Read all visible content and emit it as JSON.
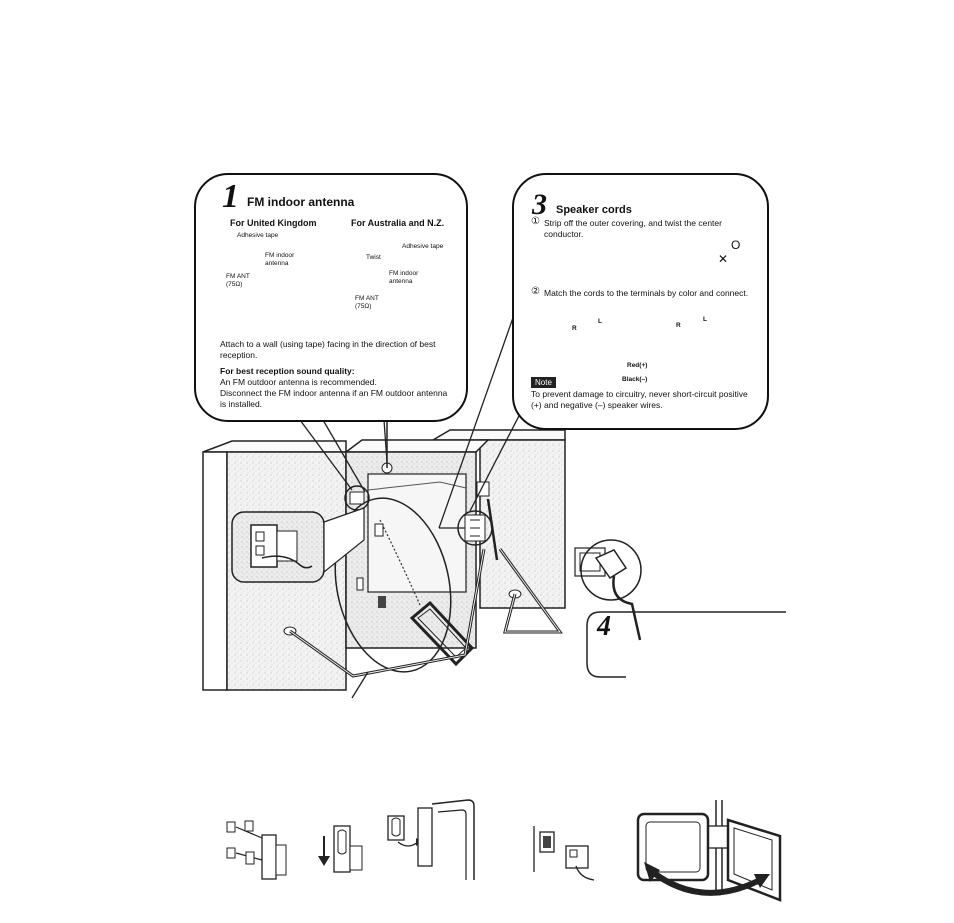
{
  "fm_antenna": {
    "step_number": "1",
    "title": "FM indoor antenna",
    "uk_heading": "For United Kingdom",
    "aus_heading": "For Australia and N.Z.",
    "uk_adhesive_tape": "Adhesive tape",
    "uk_fm_indoor_antenna": "FM indoor antenna",
    "uk_fm_ant": "FM ANT (75Ω)",
    "aus_twist": "Twist",
    "aus_adhesive_tape": "Adhesive tape",
    "aus_fm_indoor_antenna": "FM indoor antenna",
    "aus_fm_ant": "FM ANT (75Ω)",
    "attach_text": "Attach to a wall (using tape) facing in the direction of best reception.",
    "quality_heading": "For best reception sound quality:",
    "quality_line1": "An FM outdoor antenna is recommended.",
    "quality_line2": "Disconnect the FM indoor antenna if an FM outdoor antenna is installed."
  },
  "speaker_cords": {
    "step_number": "3",
    "title": "Speaker cords",
    "step1_marker": "①",
    "step1_text": "Strip off the outer covering, and twist the center conductor.",
    "ok_symbol": "O",
    "ng_symbol": "✕",
    "step2_marker": "②",
    "step2_text": "Match the cords to the terminals by color and connect.",
    "label_r1": "R",
    "label_l1": "L",
    "label_r2": "R",
    "label_l2": "L",
    "red_label": "Red(+)",
    "black_label": "Black(–)",
    "note_badge": "Note",
    "note_text": "To prevent damage to circuitry, never short-circuit positive (+) and negative (–) speaker wires."
  },
  "ac_power": {
    "step_number": "4"
  }
}
